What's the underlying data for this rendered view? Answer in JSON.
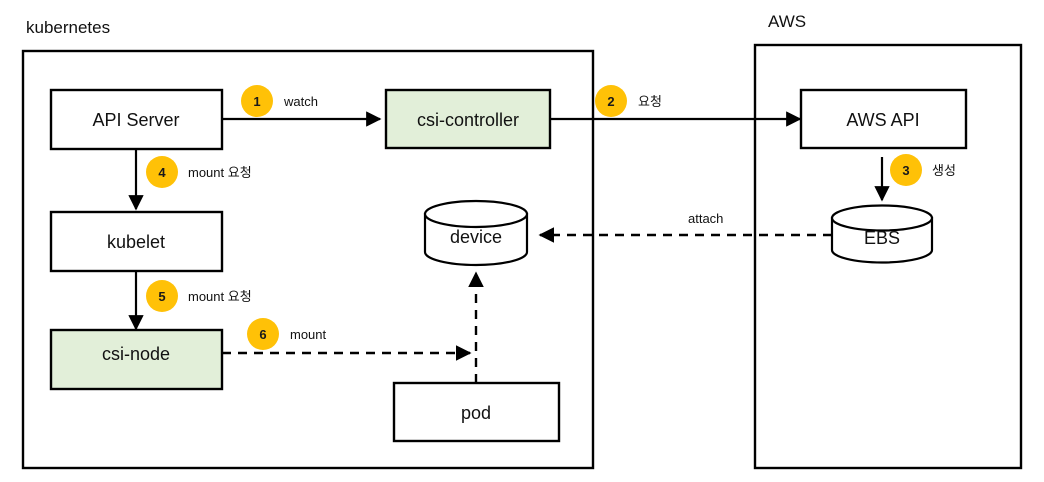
{
  "diagram": {
    "title_hidden": "",
    "groups": [
      {
        "id": "kubernetes",
        "label": "kubernetes"
      },
      {
        "id": "aws",
        "label": "AWS"
      }
    ],
    "nodes": [
      {
        "id": "api-server",
        "label": "API Server",
        "shape": "rect",
        "fill": "#ffffff"
      },
      {
        "id": "csi-controller",
        "label": "csi-controller",
        "shape": "rect",
        "fill": "#e2efd9"
      },
      {
        "id": "kubelet",
        "label": "kubelet",
        "shape": "rect",
        "fill": "#ffffff"
      },
      {
        "id": "csi-node",
        "label": "csi-node",
        "shape": "rect",
        "fill": "#e2efd9"
      },
      {
        "id": "pod",
        "label": "pod",
        "shape": "rect",
        "fill": "#ffffff"
      },
      {
        "id": "device",
        "label": "device",
        "shape": "cylinder",
        "fill": "#ffffff"
      },
      {
        "id": "aws-api",
        "label": "AWS API",
        "shape": "rect",
        "fill": "#ffffff"
      },
      {
        "id": "ebs",
        "label": "EBS",
        "shape": "cylinder",
        "fill": "#ffffff"
      }
    ],
    "edges": [
      {
        "id": "e1",
        "from": "api-server",
        "to": "csi-controller",
        "step": "1",
        "label": "watch",
        "style": "solid"
      },
      {
        "id": "e2",
        "from": "csi-controller",
        "to": "aws-api",
        "step": "2",
        "label": "요청",
        "style": "solid"
      },
      {
        "id": "e3",
        "from": "aws-api",
        "to": "ebs",
        "step": "3",
        "label": "생성",
        "style": "solid"
      },
      {
        "id": "e4",
        "from": "api-server",
        "to": "kubelet",
        "step": "4",
        "label": "mount 요청",
        "style": "solid"
      },
      {
        "id": "e5",
        "from": "kubelet",
        "to": "csi-node",
        "step": "5",
        "label": "mount 요청",
        "style": "solid"
      },
      {
        "id": "e6",
        "from": "csi-node",
        "to": "device",
        "step": "6",
        "label": "mount",
        "style": "dashed"
      },
      {
        "id": "e7",
        "from": "ebs",
        "to": "device",
        "step": "",
        "label": "attach",
        "style": "dashed"
      },
      {
        "id": "e8",
        "from": "pod",
        "to": "device",
        "step": "",
        "label": "",
        "style": "dashed"
      }
    ],
    "colors": {
      "badge": "#ffc107",
      "node_green": "#e2efd9",
      "stroke": "#000000",
      "background": "#ffffff"
    }
  }
}
